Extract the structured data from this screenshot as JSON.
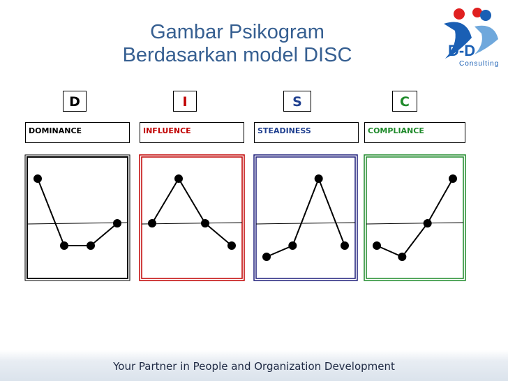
{
  "title": {
    "line1": "Gambar Psikogram",
    "line2": "Berdasarkan model DISC"
  },
  "letters": [
    {
      "text": "D",
      "color": "#000000"
    },
    {
      "text": "I",
      "color": "#c00000"
    },
    {
      "text": "S",
      "color": "#1f3f8f"
    },
    {
      "text": "C",
      "color": "#1e8a2a"
    }
  ],
  "labels": [
    {
      "text": "DOMINANCE",
      "color": "#000000"
    },
    {
      "text": "INFLUENCE",
      "color": "#c00000"
    },
    {
      "text": "STEADINESS",
      "color": "#1f3f8f"
    },
    {
      "text": "COMPLIANCE",
      "color": "#1e8a2a"
    }
  ],
  "logo": {
    "text_main": "D-D",
    "text_sub": "Consulting",
    "accent": "#e02020",
    "brand": "#1a5fb4"
  },
  "footer": {
    "text": "Your Partner in People and Organization Development"
  },
  "colors": {
    "title": "#365f91",
    "dominance": "#000000",
    "influence": "#c00000",
    "steadiness": "#1f1f7a",
    "compliance": "#1e8a2a"
  },
  "chart_data": {
    "type": "line",
    "series": [
      {
        "values": [
          2,
          -1,
          -1,
          0
        ]
      },
      {
        "values": [
          0,
          2,
          0,
          -1
        ]
      },
      {
        "values": [
          -1.5,
          -1,
          2,
          -1
        ]
      },
      {
        "values": [
          -1,
          -1.5,
          0,
          2
        ]
      }
    ],
    "ylim": [
      -2,
      2.5
    ],
    "midline": 0
  }
}
